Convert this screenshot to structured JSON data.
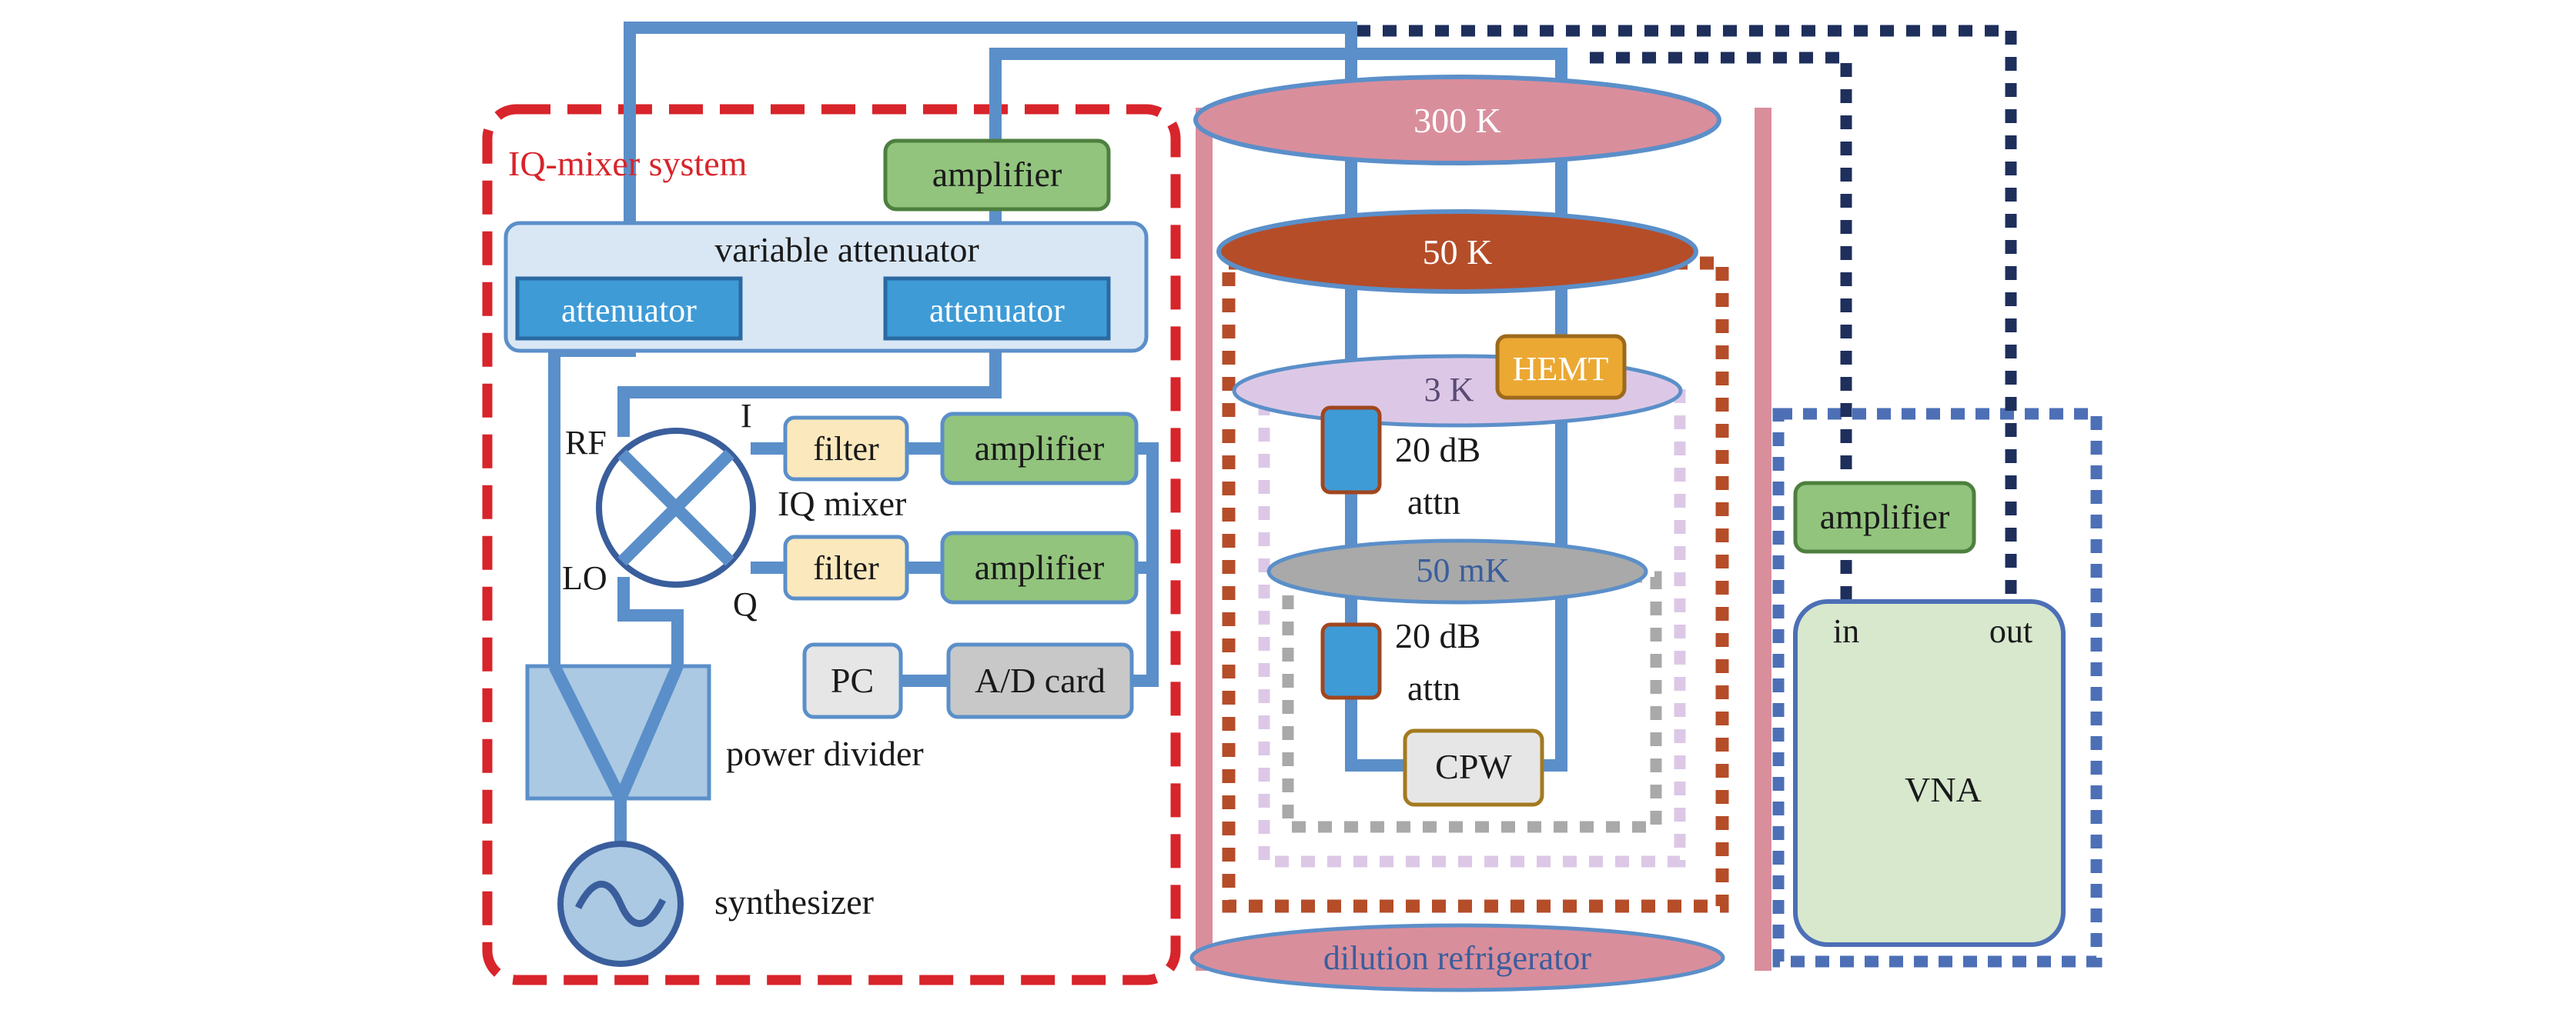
{
  "labels": {
    "iq_mixer_system": "IQ-mixer system",
    "amplifier_top": "amplifier",
    "variable_attenuator": "variable attenuator",
    "attenuator_left": "attenuator",
    "attenuator_right": "attenuator",
    "rf": "RF",
    "lo": "LO",
    "i": "I",
    "q": "Q",
    "iq_mixer": "IQ mixer",
    "filter_i": "filter",
    "filter_q": "filter",
    "amplifier_i": "amplifier",
    "amplifier_q": "amplifier",
    "pc": "PC",
    "ad_card": "A/D card",
    "power_divider": "power divider",
    "synthesizer": "synthesizer",
    "stage_300k": "300 K",
    "stage_50k": "50 K",
    "stage_3k": "3 K",
    "stage_50mk": "50 mK",
    "hemt": "HEMT",
    "attn_upper_value": "20 dB",
    "attn_upper_unit": "attn",
    "attn_lower_value": "20 dB",
    "attn_lower_unit": "attn",
    "cpw": "CPW",
    "dilution_refrigerator": "dilution refrigerator",
    "amplifier_vna": "amplifier",
    "vna_in": "in",
    "vna_out": "out",
    "vna": "VNA"
  },
  "colors": {
    "cable": "#5b8fc9",
    "iq_border": "#d8242b",
    "amplifier_fill": "#92c47d",
    "amplifier_border": "#4d7f3e",
    "attenuator_fill": "#3e9bd6",
    "var_att_fill": "#d9e7f5",
    "filter_fill": "#fbe8bd",
    "gray_box": "#c8c8c8",
    "light_box": "#e6e6e6",
    "divider_fill": "#abc9e3",
    "stage_300k": "#d98e9c",
    "stage_50k": "#b54d29",
    "stage_3k": "#dcc8e6",
    "stage_50mk": "#a9a9a9",
    "hemt_fill": "#eba833",
    "vna_fill": "#d7e8cd",
    "vna_box_border": "#4d6fb6",
    "navy_dash": "#1e2f5c"
  }
}
